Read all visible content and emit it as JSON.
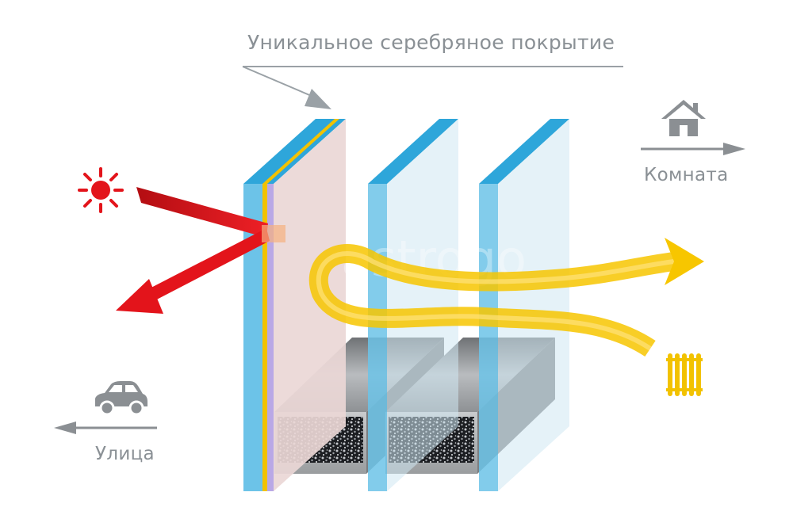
{
  "labels": {
    "coating": "Уникальное серебряное покрытие",
    "room": "Комната",
    "street": "Улица"
  },
  "watermark": "astrogo",
  "icons": {
    "sun": "sun-icon",
    "house": "house-icon",
    "car": "car-icon",
    "radiator": "radiator-icon"
  },
  "colors": {
    "sun_ray": "#e3141b",
    "heat_wave": "#f7c600",
    "glass_edge": "#3fb0e0",
    "glass_face": "#cfe8f3",
    "coated_face": "#ead7d6",
    "coating_line": "#f2c200",
    "label_text": "#8a9095",
    "icon_gray": "#8b8f93"
  }
}
